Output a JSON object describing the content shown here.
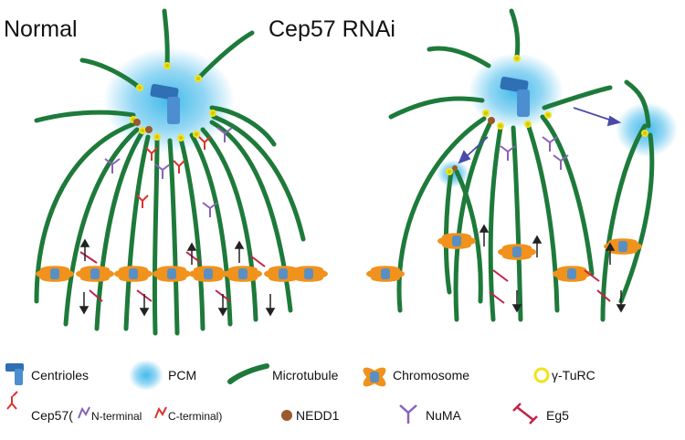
{
  "titles": {
    "normal": "Normal",
    "rnai": "Cep57 RNAi"
  },
  "legend": {
    "centrioles": "Centrioles",
    "pcm": "PCM",
    "microtubule": "Microtubule",
    "chromosome": "Chromosome",
    "gamma_turc": "γ-TuRC",
    "cep57": "Cep57(",
    "n_terminal": "N-terminal",
    "c_terminal": "C-terminal)",
    "nedd1": "NEDD1",
    "numa": "NuMA",
    "eg5": "Eg5"
  },
  "colors": {
    "microtubule": "#1e7a3a",
    "pcm": "#3ab6ea",
    "centriole": "#2f6fb3",
    "chromosome": "#f0921c",
    "kinetochore": "#5a8fc4",
    "gamma_turc": "#f2e21a",
    "cep57": "#d9342b",
    "numa": "#8a62b8",
    "eg5": "#c0234a",
    "nedd1": "#9a5a2a"
  }
}
